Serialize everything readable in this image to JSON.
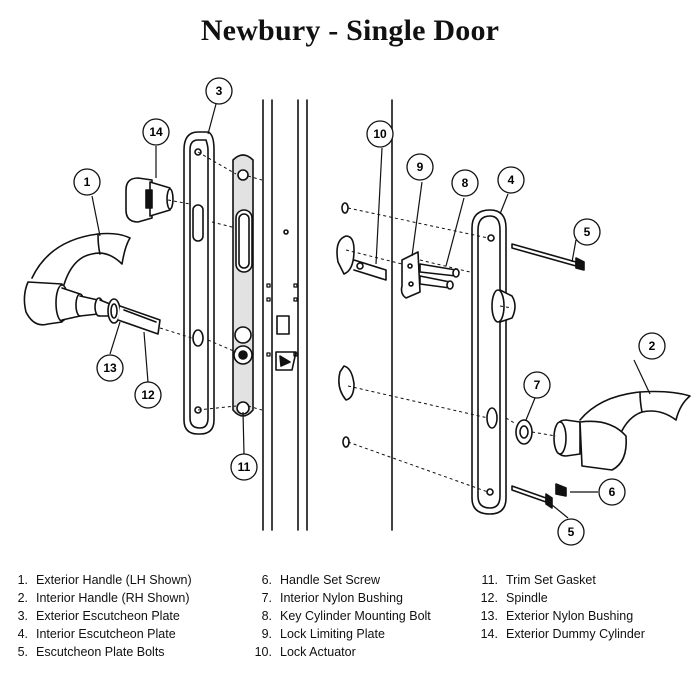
{
  "title": "Newbury - Single Door",
  "callouts": [
    "1",
    "2",
    "3",
    "4",
    "5",
    "6",
    "7",
    "8",
    "9",
    "10",
    "11",
    "12",
    "13",
    "14"
  ],
  "legend": [
    {
      "num": "1.",
      "label": "Exterior Handle (LH Shown)"
    },
    {
      "num": "2.",
      "label": "Interior Handle (RH Shown)"
    },
    {
      "num": "3.",
      "label": "Exterior Escutcheon Plate"
    },
    {
      "num": "4.",
      "label": "Interior Escutcheon Plate"
    },
    {
      "num": "5.",
      "label": "Escutcheon Plate Bolts"
    },
    {
      "num": "6.",
      "label": "Handle Set Screw"
    },
    {
      "num": "7.",
      "label": "Interior Nylon Bushing"
    },
    {
      "num": "8.",
      "label": "Key Cylinder Mounting Bolt"
    },
    {
      "num": "9.",
      "label": "Lock Limiting Plate"
    },
    {
      "num": "10.",
      "label": "Lock Actuator"
    },
    {
      "num": "11.",
      "label": "Trim Set Gasket"
    },
    {
      "num": "12.",
      "label": "Spindle"
    },
    {
      "num": "13.",
      "label": "Exterior Nylon Bushing"
    },
    {
      "num": "14.",
      "label": "Exterior Dummy Cylinder"
    }
  ]
}
